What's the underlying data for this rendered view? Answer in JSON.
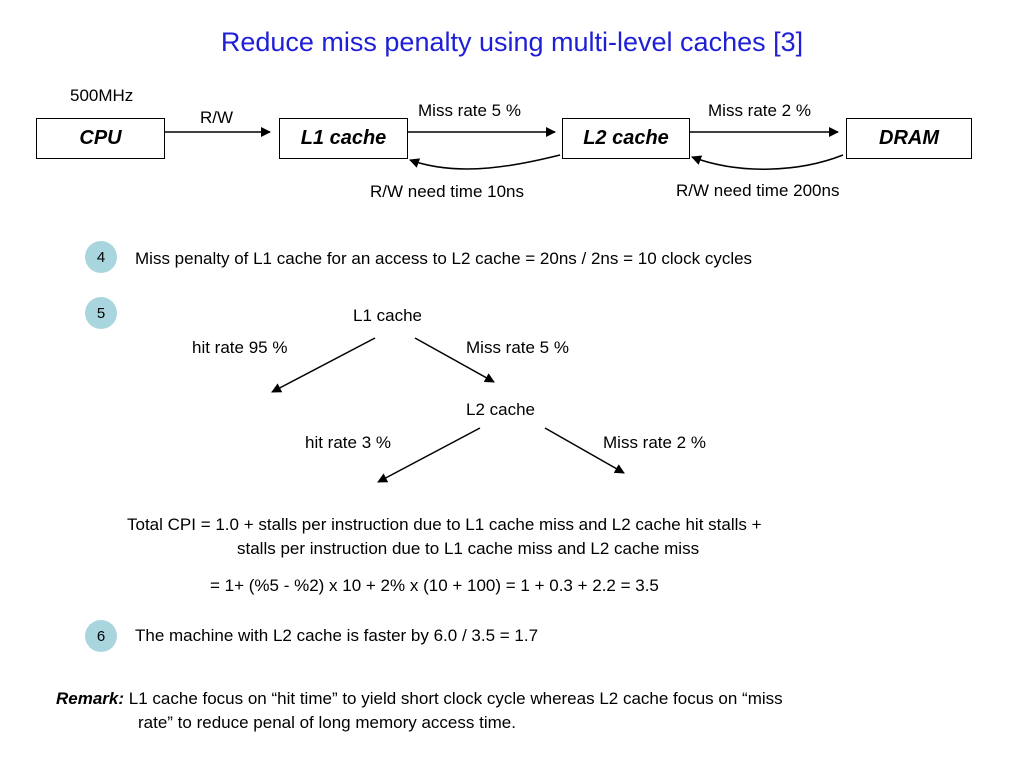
{
  "title": "Reduce miss penalty using multi-level caches  [3]",
  "pipeline": {
    "clock": "500MHz",
    "rw_label": "R/W",
    "boxes": {
      "cpu": "CPU",
      "l1": "L1 cache",
      "l2": "L2 cache",
      "dram": "DRAM"
    },
    "l1_l2_miss_rate": "Miss rate 5 %",
    "l2_dram_miss_rate": "Miss rate 2 %",
    "l2_return_time": "R/W need time 10ns",
    "dram_return_time": "R/W need time 200ns"
  },
  "step4": {
    "badge": "4",
    "text": "Miss penalty of L1 cache  for an access to L2 cache = 20ns / 2ns = 10 clock cycles"
  },
  "step5": {
    "badge": "5",
    "tree": {
      "root": "L1 cache",
      "root_hit": "hit rate 95 %",
      "root_miss": "Miss rate 5 %",
      "child": "L2 cache",
      "child_hit": "hit rate 3 %",
      "child_miss": "Miss rate 2 %"
    },
    "cpi_line1": "Total CPI = 1.0 +  stalls per instruction due to L1 cache miss and L2 cache hit stalls +",
    "cpi_line2": "stalls per instruction due to L1 cache miss and L2 cache miss",
    "cpi_line3": "= 1+  (%5 - %2) x 10 + 2% x (10 + 100) = 1 + 0.3 + 2.2 = 3.5"
  },
  "step6": {
    "badge": "6",
    "text": "The machine with L2 cache is faster by 6.0 / 3.5 = 1.7"
  },
  "remark": {
    "label": "Remark:",
    "line1": "L1 cache focus on “hit time” to yield short clock cycle whereas L2 cache focus on “miss",
    "line2": "rate” to reduce penal of long memory access time."
  },
  "colors": {
    "title": "#1f1fd6",
    "badge": "#a9d6de"
  }
}
